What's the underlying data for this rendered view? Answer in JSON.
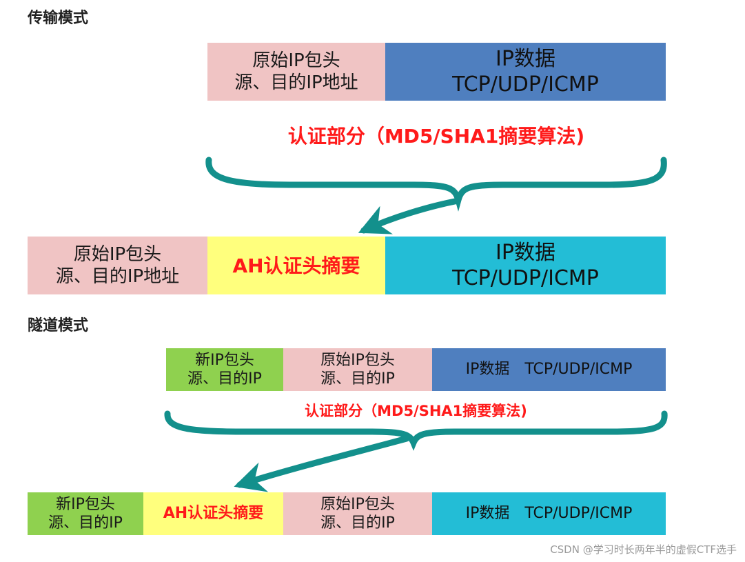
{
  "transport": {
    "title": "传输模式",
    "orig_header_line1": "原始IP包头",
    "orig_header_line2": "源、目的IP地址",
    "ip_data_line1": "IP数据",
    "ip_data_line2": "TCP/UDP/ICMP",
    "auth_label": "认证部分（MD5/SHA1摘要算法)",
    "ah_label": "AH认证头摘要"
  },
  "tunnel": {
    "title": "隧道模式",
    "new_header_line1": "新IP包头",
    "new_header_line2": "源、目的IP",
    "orig_header_line1": "原始IP包头",
    "orig_header_line2": "源、目的IP",
    "ip_data": "IP数据　TCP/UDP/ICMP",
    "auth_label": "认证部分（MD5/SHA1摘要算法)",
    "ah_label": "AH认证头摘要"
  },
  "watermark": "CSDN @学习时长两年半的虚假CTF选手",
  "colors": {
    "pink": "#f0c4c4",
    "dark_blue": "#4f7fbf",
    "cyan": "#23bdd6",
    "yellow": "#ffff7d",
    "green": "#8fd14f",
    "red": "#ff1a1a",
    "teal_arrow": "#13908c"
  },
  "icons": [
    "curly-brace",
    "arrow"
  ]
}
